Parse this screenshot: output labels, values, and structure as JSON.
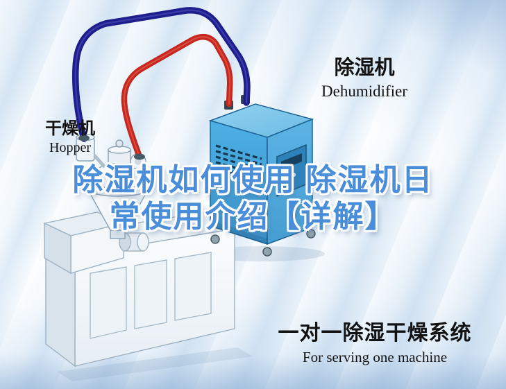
{
  "title": {
    "line1": "除湿机如何使用 除湿机日",
    "line2": "常使用介绍【详解】"
  },
  "labels": {
    "hopper": {
      "cn": "干燥机",
      "en": "Hopper"
    },
    "dehumidifier": {
      "cn": "除湿机",
      "en": "Dehumidifier"
    }
  },
  "caption": {
    "cn": "一对一除湿干燥系统",
    "en": "For serving one machine"
  },
  "icons": {
    "blue_pipe": "supply-air-pipe",
    "red_pipe": "return-air-pipe",
    "dehumidifier": "dehumidifier-unit-illustration",
    "hopper": "hopper-dryer-illustration",
    "machine": "extruder-machine-illustration"
  },
  "colors": {
    "title_blue": "#4a8ed9",
    "pipe_blue": "#1d1d8c",
    "pipe_red": "#c5271f",
    "machine_blue_front": "#45a6dd",
    "machine_blue_top": "#82cbee",
    "machine_blue_side": "#52acdf",
    "text_black": "#121212",
    "background_light": "#e3eef8"
  }
}
